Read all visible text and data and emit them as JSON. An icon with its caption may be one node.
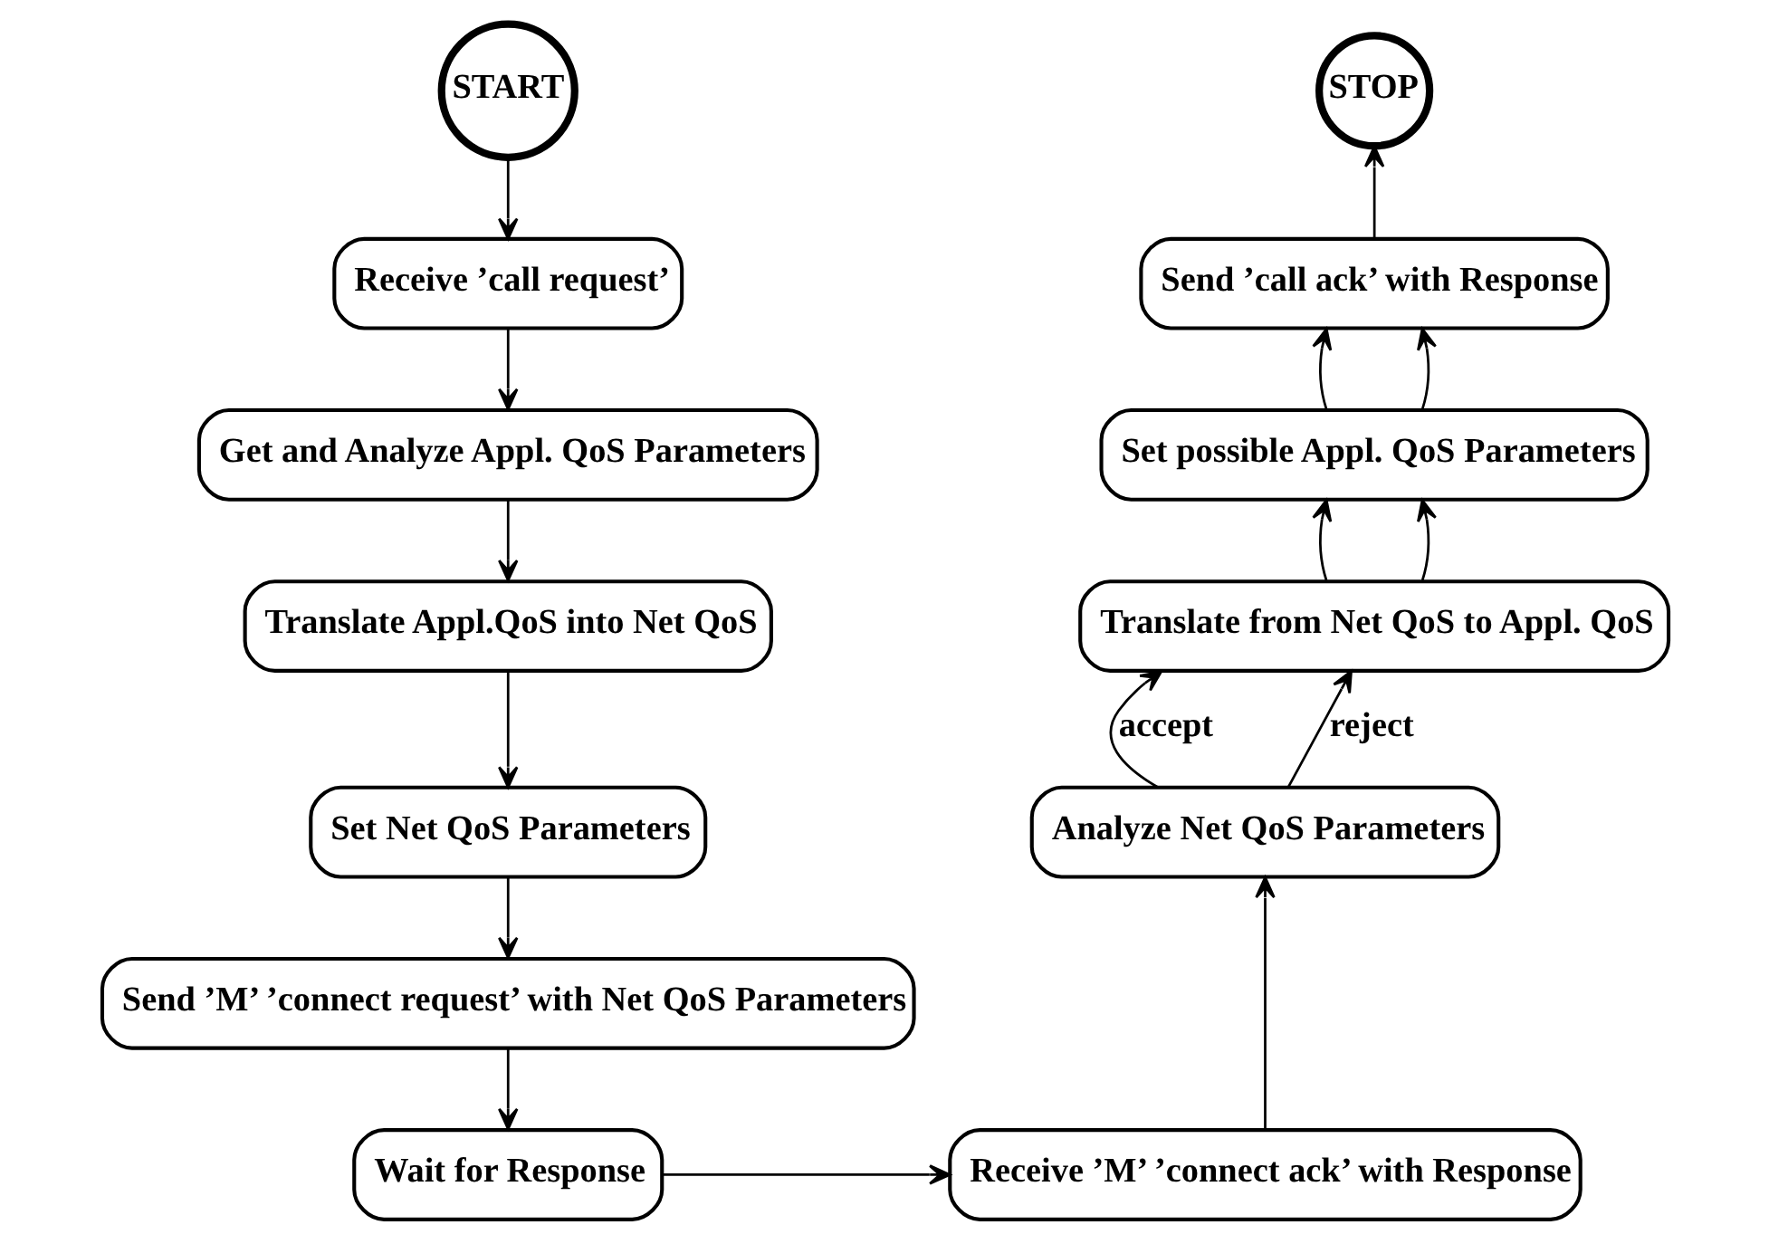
{
  "diagram": {
    "nodes": [
      {
        "text": [
          "START"
        ]
      },
      {
        "text": [
          "Receive ’call request’"
        ]
      },
      {
        "text": [
          "Get and Analyze Appl. QoS Parameters"
        ]
      },
      {
        "text": [
          "Translate Appl.QoS into Net QoS"
        ]
      },
      {
        "text": [
          "Set Net QoS Parameters"
        ]
      },
      {
        "text": [
          "Send ’M’ ’connect request’ with Net QoS Parameters"
        ]
      },
      {
        "text": [
          "Wait for Response"
        ]
      },
      {
        "text": [
          "STOP"
        ]
      },
      {
        "text": [
          "Send ’call ack’ with Response"
        ]
      },
      {
        "text": [
          "Set possible Appl. QoS Parameters"
        ]
      },
      {
        "text": [
          "Translate from Net QoS to Appl. QoS"
        ]
      },
      {
        "text": [
          "Analyze Net QoS Parameters"
        ]
      },
      {
        "text": [
          "Receive ’M’ ’connect ack’ with Response"
        ]
      }
    ],
    "edges": [
      {
        "from": 0,
        "to": 1,
        "arrow": "to"
      },
      {
        "from": 1,
        "to": 2,
        "arrow": "to"
      },
      {
        "from": 2,
        "to": 3,
        "arrow": "to"
      },
      {
        "from": 3,
        "to": 4,
        "arrow": "to"
      },
      {
        "from": 4,
        "to": 5,
        "arrow": "to"
      },
      {
        "from": 5,
        "to": 6,
        "arrow": "to"
      },
      {
        "from": 6,
        "to": 12,
        "arrow": "to"
      },
      {
        "from": 12,
        "to": 11,
        "arrow": "to"
      },
      {
        "from": 11,
        "to": 10,
        "arrow": "to",
        "label": "accept"
      },
      {
        "from": 11,
        "to": 10,
        "arrow": "to",
        "label": "reject"
      },
      {
        "from": 10,
        "to": 9,
        "arrow": "to"
      },
      {
        "from": 10,
        "to": 9,
        "arrow": "to"
      },
      {
        "from": 9,
        "to": 8,
        "arrow": "to"
      },
      {
        "from": 9,
        "to": 8,
        "arrow": "to"
      },
      {
        "from": 8,
        "to": 7,
        "arrow": "to"
      }
    ]
  }
}
